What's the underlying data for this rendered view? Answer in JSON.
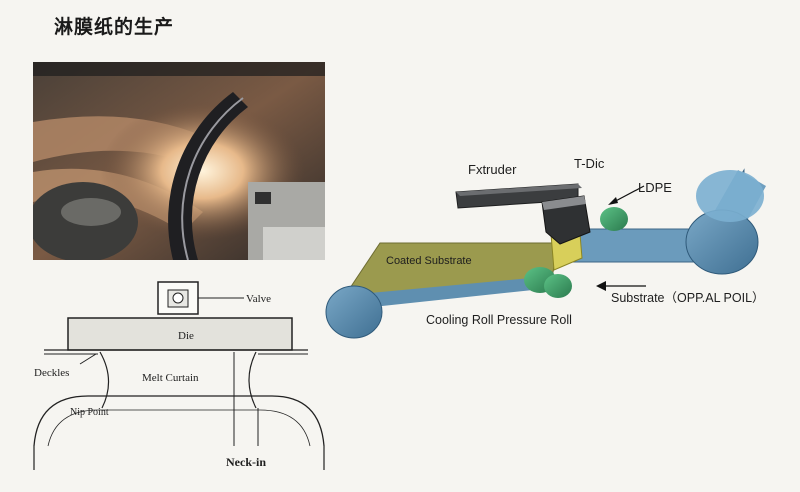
{
  "title": "淋膜纸的生产",
  "sketch": {
    "valve": "Valve",
    "die": "Die",
    "deckles": "Deckles",
    "melt_curtain": "Melt Curtain",
    "nip_point": "Nip Point",
    "neck_in": "Neck-in"
  },
  "process": {
    "extruder": "Fxtruder",
    "t_die": "T-Dic",
    "ldpe": "LDPE",
    "coated_substrate": "Coated Substrate",
    "substrate": "Substrate（OPP.AL POIL）",
    "rolls": "Cooling Roll Pressure Roll"
  },
  "colors": {
    "steel_blue": "#5f8fb0",
    "coated_olive": "#9b9a4e",
    "ldpe_yellow": "#d8cf5a",
    "roll_green": "#3f9a66",
    "extruder_dark": "#3b3d3f"
  }
}
